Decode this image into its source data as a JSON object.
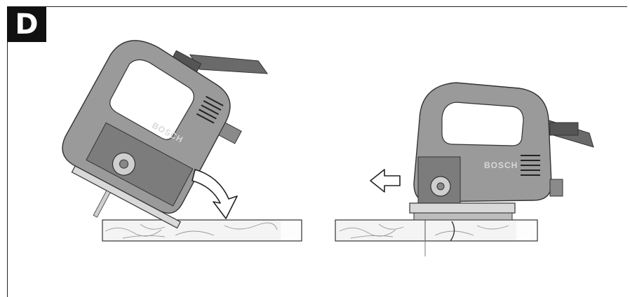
{
  "figure": {
    "label": "D",
    "brand_left": "BOSCH",
    "brand_right": "BOSCH"
  },
  "colors": {
    "tool_body": "#9a9a9a",
    "tool_dark": "#5c5c5c",
    "board_fill": "#f2f2f2",
    "line": "#333333"
  },
  "icons": [
    "jigsaw-tilted-illustration",
    "jigsaw-upright-illustration",
    "rotation-arrow-icon",
    "direction-arrow-left-icon",
    "angle-marker-icon"
  ]
}
